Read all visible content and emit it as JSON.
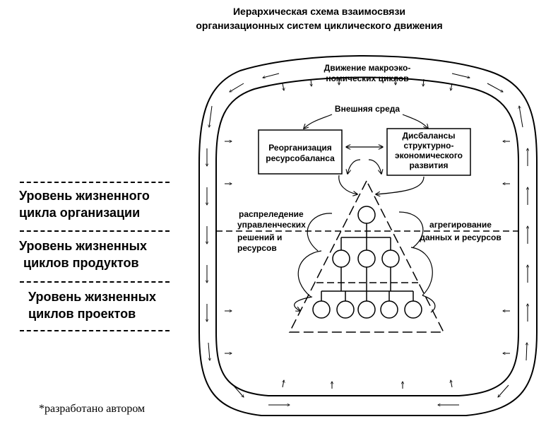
{
  "title": {
    "line1": "Иерархическая схема взаимосвязи",
    "line2": "организационных систем циклического движения"
  },
  "levels": [
    {
      "line1": "Уровень жизненного",
      "line2": "цикла организации"
    },
    {
      "line1": "Уровень жизненных",
      "line2": "циклов продуктов"
    },
    {
      "line1": "Уровень жизненных",
      "line2": "циклов проектов"
    }
  ],
  "diagram": {
    "macro_label": {
      "line1": "Движение макроэко-",
      "line2": "номических циклов"
    },
    "environment_label": "Внешняя среда",
    "reorganization_box": {
      "line1": "Реорганизация",
      "line2": "ресурсобаланса"
    },
    "imbalance_box": {
      "line1": "Дисбалансы",
      "line2": "структурно-",
      "line3": "экономического",
      "line4": "развития"
    },
    "distribution_label": {
      "line1": "распреледение",
      "line2": "управленческих",
      "line3": "решений и",
      "line4": "ресурсов"
    },
    "aggregation_label": {
      "line1": "агрегирование",
      "line2": "данных и ресурсов"
    }
  },
  "footnote": "*разработано автором"
}
